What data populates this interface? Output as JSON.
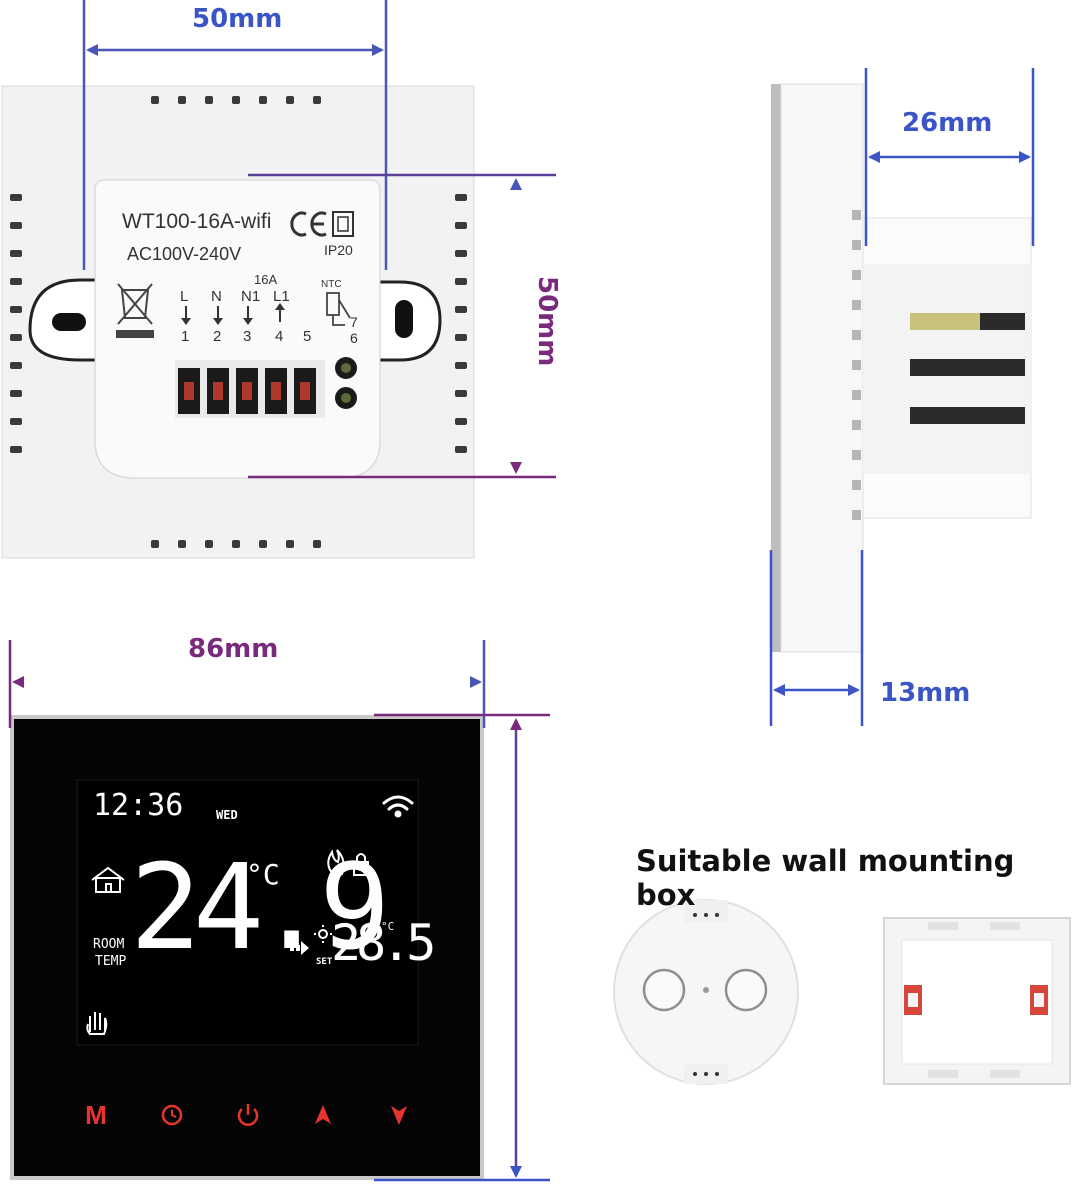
{
  "dimensions": {
    "back_width": "50mm",
    "back_height": "50mm",
    "side_depth": "26mm",
    "side_thickness": "13mm",
    "front_width": "86mm"
  },
  "back_panel": {
    "model": "WT100-16A-wifi",
    "voltage": "AC100V-240V",
    "marks": "CE",
    "ip": "IP20",
    "current": "16A",
    "ntc": "NTC",
    "terminal_labels": [
      "L",
      "N",
      "N1",
      "L1"
    ],
    "terminal_numbers": [
      "1",
      "2",
      "3",
      "4",
      "5",
      "6",
      "7"
    ]
  },
  "display": {
    "time": "12:36",
    "day": "WED",
    "room_temp": "24.9",
    "room_unit": "°C",
    "room_label_1": "ROOM",
    "room_label_2": "TEMP",
    "set_temp": "28.5",
    "set_label": "SET",
    "set_unit": "°C",
    "buttons": [
      "M",
      "clock",
      "power",
      "up",
      "down"
    ]
  },
  "mounting": {
    "title": "Suitable wall mounting box"
  },
  "colors": {
    "dim_blue": "#3b55c7",
    "dim_purple": "#7a2a7c",
    "button_red": "#e8342f",
    "lcd_black": "#000000"
  }
}
